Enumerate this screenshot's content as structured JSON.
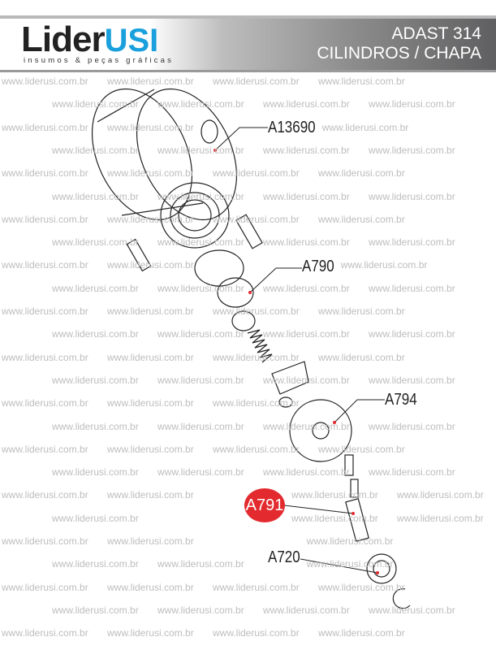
{
  "header": {
    "logo_main": "Lider",
    "logo_accent": "USI",
    "logo_tagline": "insumos & peças gráficas",
    "title_line1": "ADAST 314",
    "title_line2": "CILINDROS / CHAPA"
  },
  "watermark": "www.liderusi.com.br",
  "parts": [
    {
      "code": "A13690"
    },
    {
      "code": "A790"
    },
    {
      "code": "A794"
    },
    {
      "code": "A791",
      "highlighted": true
    },
    {
      "code": "A720"
    }
  ],
  "colors": {
    "accent": "#1aa0dc",
    "highlight": "#e32a2e"
  }
}
